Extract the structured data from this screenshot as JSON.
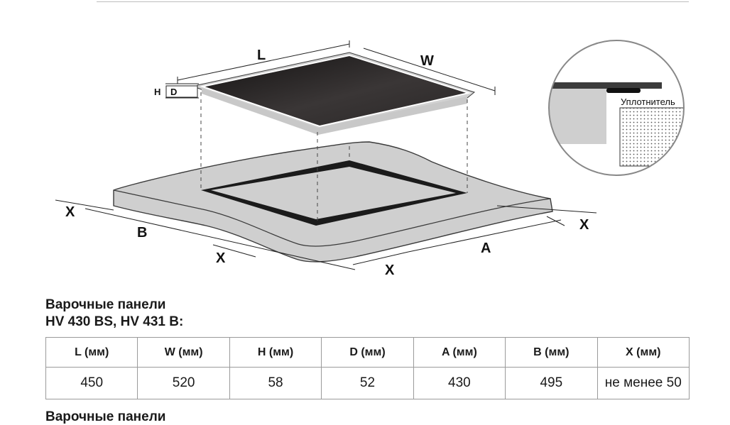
{
  "diagram": {
    "label_L": "L",
    "label_W": "W",
    "label_H": "H",
    "label_D": "D",
    "label_A": "A",
    "label_B": "B",
    "label_X": "X",
    "seal_label": "Уплотнитель"
  },
  "section": {
    "title_line1": "Варочные панели",
    "title_line2": "HV 430 BS, HV 431 B:"
  },
  "table": {
    "headers": [
      "L (мм)",
      "W (мм)",
      "H (мм)",
      "D (мм)",
      "A (мм)",
      "B (мм)",
      "X (мм)"
    ],
    "row": [
      "450",
      "520",
      "58",
      "52",
      "430",
      "495",
      "не менее 50"
    ]
  },
  "next_section": {
    "title_line1": "Варочные панели"
  },
  "colors": {
    "glass_dark": "#1c1a1a",
    "countertop_gray": "#cfcfcf",
    "outline": "#3a3a3a"
  }
}
